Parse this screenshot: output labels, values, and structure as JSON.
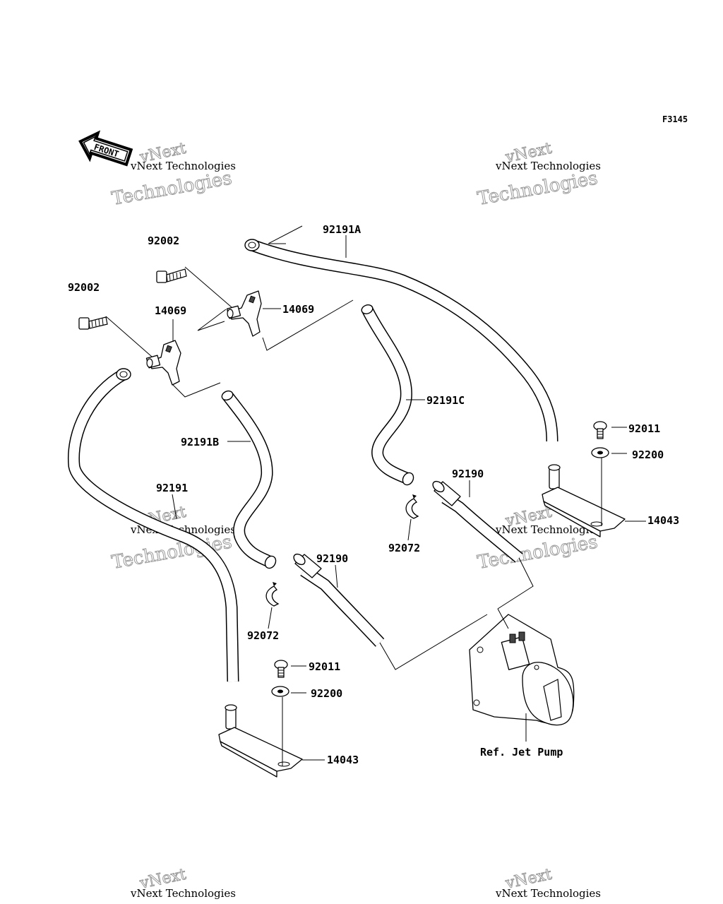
{
  "figure_code": "F3145",
  "front_label": "FRONT",
  "watermarks": [
    {
      "line1": "vNext Technologies",
      "line2": "vNext",
      "line3": "Technologies"
    }
  ],
  "reference": "Ref. Jet Pump",
  "parts": {
    "p92191A": "92191A",
    "p92191B": "92191B",
    "p92191C": "92191C",
    "p92191": "92191",
    "p92002_a": "92002",
    "p92002_b": "92002",
    "p14069_a": "14069",
    "p14069_b": "14069",
    "p92011_a": "92011",
    "p92011_b": "92011",
    "p92200_a": "92200",
    "p92200_b": "92200",
    "p14043_a": "14043",
    "p14043_b": "14043",
    "p92190_a": "92190",
    "p92190_b": "92190",
    "p92072_a": "92072",
    "p92072_b": "92072"
  }
}
